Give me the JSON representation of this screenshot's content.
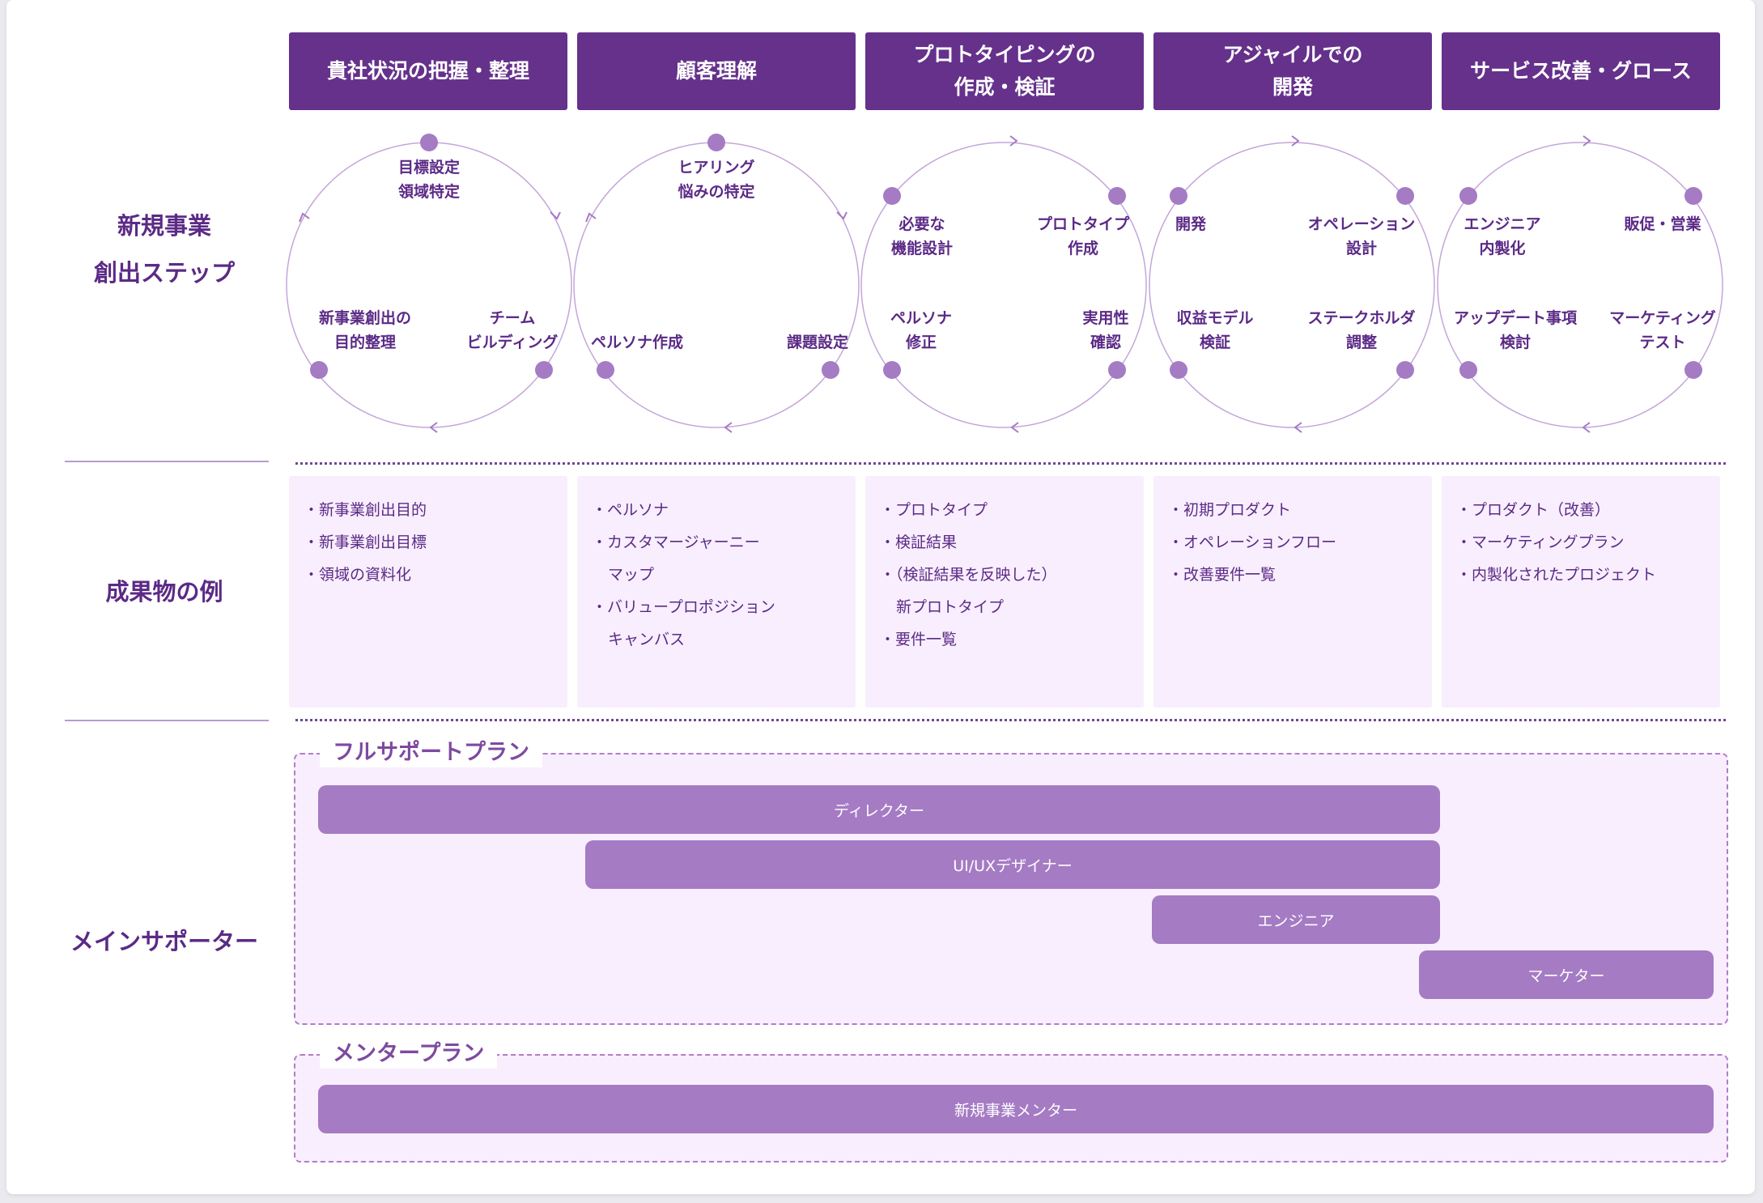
{
  "row_labels": {
    "steps": "新規事業\n創出ステップ",
    "deliverables": "成果物の例",
    "supporters": "メインサポーター"
  },
  "phases": [
    "貴社状況の把握・整理",
    "顧客理解",
    "プロトタイピングの\n作成・検証",
    "アジャイルでの\n開発",
    "サービス改善・グロース"
  ],
  "cycles": [
    {
      "top": "目標設定\n領域特定",
      "left": "新事業創出の\n目的整理",
      "right": "チーム\nビルディング"
    },
    {
      "top": "ヒアリング\n悩みの特定",
      "left": "ペルソナ作成",
      "right": "課題設定"
    },
    {
      "upper_left": "必要な\n機能設計",
      "upper_right": "プロトタイプ\n作成",
      "lower_left": "ペルソナ\n修正",
      "lower_right": "実用性\n確認"
    },
    {
      "upper_left": "開発",
      "upper_right": "オペレーション\n設計",
      "lower_left": "収益モデル\n検証",
      "lower_right": "ステークホルダ\n調整"
    },
    {
      "upper_left": "エンジニア\n内製化",
      "upper_right": "販促・営業",
      "lower_left": "アップデート事項\n検討",
      "lower_right": "マーケティング\nテスト"
    }
  ],
  "deliverables": [
    [
      {
        "text": "・新事業創出目的"
      },
      {
        "text": "・新事業創出目標"
      },
      {
        "text": "・領域の資料化"
      }
    ],
    [
      {
        "text": "・ペルソナ"
      },
      {
        "text": "・カスタマージャーニー"
      },
      {
        "text": "マップ",
        "cont": true
      },
      {
        "text": "・バリュープロポジション"
      },
      {
        "text": "キャンバス",
        "cont": true
      }
    ],
    [
      {
        "text": "・プロトタイプ"
      },
      {
        "text": "・検証結果"
      },
      {
        "text": "・（検証結果を反映した）"
      },
      {
        "text": "新プロトタイプ",
        "cont": true
      },
      {
        "text": "・要件一覧"
      }
    ],
    [
      {
        "text": "・初期プロダクト"
      },
      {
        "text": "・オペレーションフロー"
      },
      {
        "text": "・改善要件一覧"
      }
    ],
    [
      {
        "text": "・プロダクト（改善）"
      },
      {
        "text": "・マーケティングプラン"
      },
      {
        "text": "・内製化されたプロジェクト"
      }
    ]
  ],
  "plans": {
    "full": {
      "title": "フルサポートプラン",
      "bars": [
        {
          "label": "ディレクター",
          "from_phase": 1,
          "to_phase": 4
        },
        {
          "label": "UI/UXデザイナー",
          "from_phase": 2,
          "to_phase": 4
        },
        {
          "label": "エンジニア",
          "from_phase": 4,
          "to_phase": 4
        },
        {
          "label": "マーケター",
          "from_phase": 5,
          "to_phase": 5
        }
      ]
    },
    "mentor": {
      "title": "メンタープラン",
      "bars": [
        {
          "label": "新規事業メンター",
          "from_phase": 1,
          "to_phase": 5
        }
      ]
    }
  },
  "colors": {
    "header": "#65318b",
    "accent": "#a57bc4",
    "panel": "#f8eefd",
    "text": "#5b2a86"
  }
}
